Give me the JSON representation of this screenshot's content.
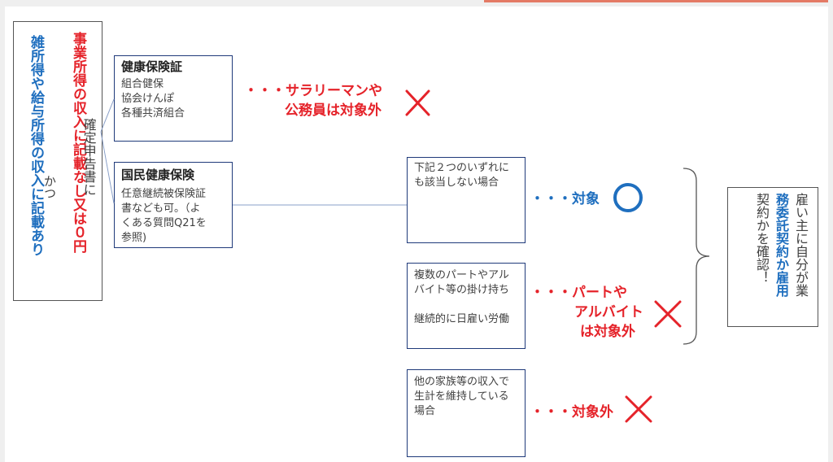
{
  "left_panel": {
    "col_red": "事業所得の収入に記載なし又は０円",
    "col_blue": "雑所得や給与所得の収入に記載あり",
    "katsu": "かつ"
  },
  "kakutei": "確定申告書に",
  "kenko": {
    "title": "健康保険証",
    "items": [
      "組合健保",
      "協会けんぽ",
      "各種共済組合"
    ]
  },
  "kokumin": {
    "title": "国民健康保険",
    "lines": [
      "任意継続被保険証",
      "書なども可。（よ",
      "くある質問Q21を",
      "参照)"
    ]
  },
  "note_salaryman": [
    "・・・サラリーマンや",
    "公務員は対象外"
  ],
  "case_none": {
    "lines": [
      "下記２つのいずれに",
      "も該当しない場合"
    ]
  },
  "note_taisho": "・・・対象",
  "case_part": {
    "lines": [
      "複数のパートやアル",
      "バイト等の掛け持ち",
      "",
      "継続的に日雇い労働"
    ]
  },
  "note_part": [
    "・・・パートや",
    "アルバイト",
    "は対象外"
  ],
  "case_family": {
    "lines": [
      "他の家族等の収入で",
      "生計を維持している",
      "場合"
    ]
  },
  "note_family": "・・・対象外",
  "right_box": {
    "col1": "雇い主に自分が業",
    "col2": "務委託契約か雇用",
    "col3": "契約かを確認！"
  },
  "colors": {
    "red": "#e5232a",
    "blue": "#1f6fbf",
    "line": "#1f3a7a"
  }
}
